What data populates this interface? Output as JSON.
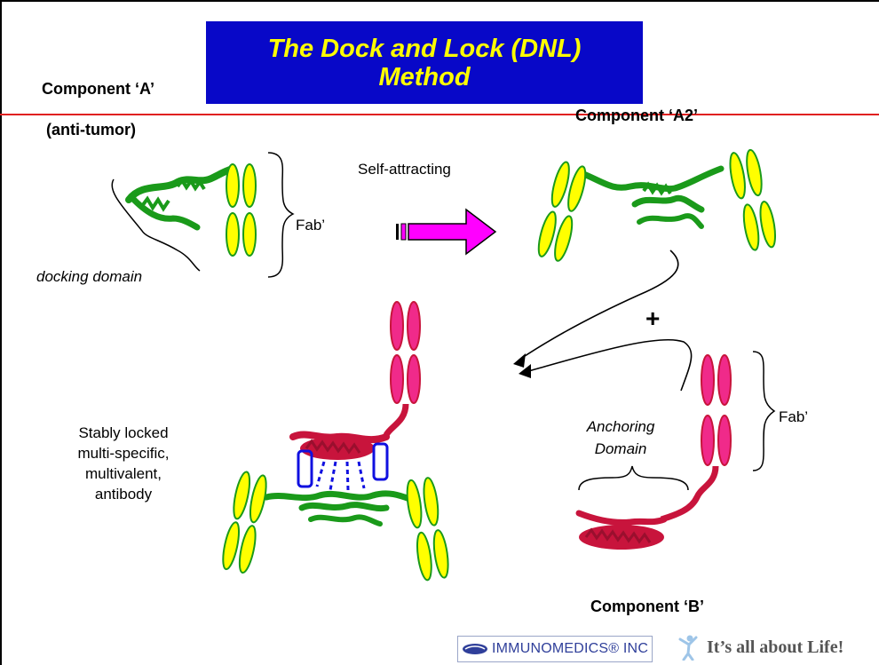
{
  "title": {
    "line1": "The Dock and Lock (DNL)",
    "line2": "Method"
  },
  "labels": {
    "component_a": "Component ‘A’",
    "anti_tumor": "(anti-tumor)",
    "component_a2": "Component ‘A2’",
    "self_attracting": "Self-attracting",
    "fab_top": "Fab’",
    "docking_domain": "docking domain",
    "plus": "+",
    "stably_locked": [
      "Stably locked",
      "multi-specific,",
      "multivalent,",
      "antibody"
    ],
    "anchoring_domain": [
      "Anchoring",
      "Domain"
    ],
    "fab_right": "Fab’",
    "component_b": "Component ‘B’"
  },
  "footer": {
    "company": "IMMUNOMEDICS® INC",
    "tagline": "It’s all about Life!"
  },
  "colors": {
    "title_bg": "#0808c8",
    "title_text": "#ffff00",
    "rule": "#e02020",
    "green_chain": "#1a9a1a",
    "yellow_fab": "#ffff00",
    "pink_fab": "#f02a8a",
    "red_chain": "#c8143c",
    "arrow_magenta": "#ff00ff",
    "lock_blue": "#1010e0"
  }
}
